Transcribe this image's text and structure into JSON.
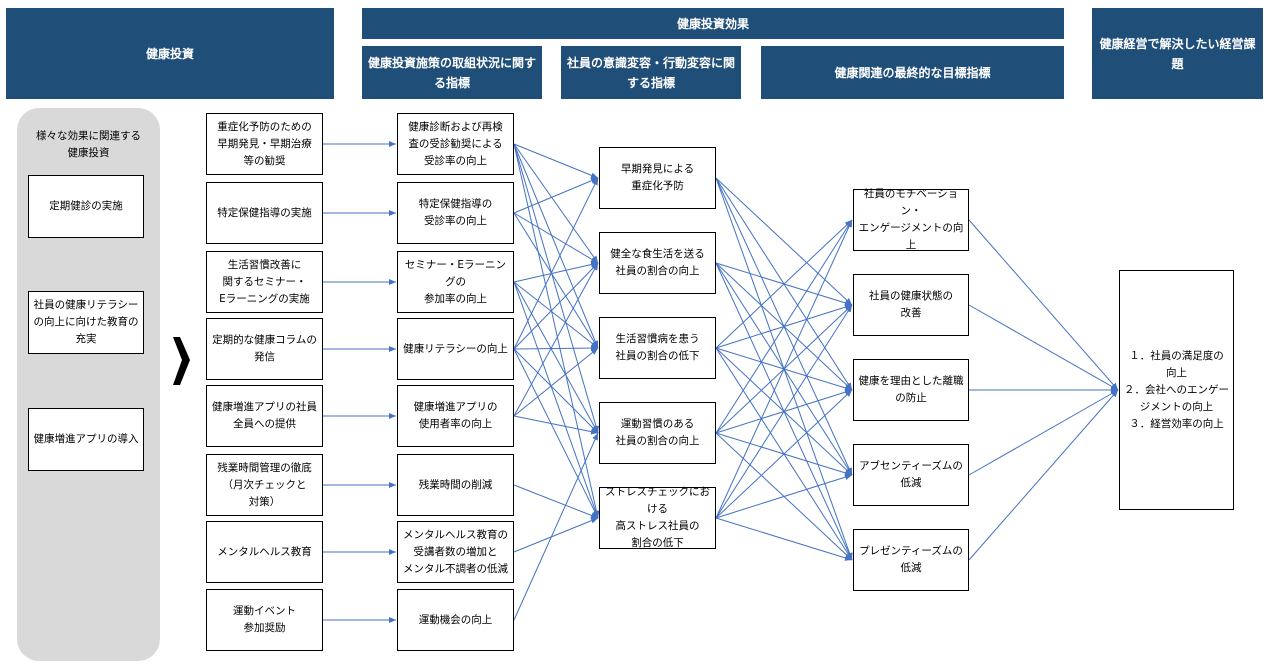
{
  "headers": {
    "investment": "健康投資",
    "effect": "健康投資効果",
    "effect_sub1": "健康投資施策の取組状況に関する指標",
    "effect_sub2": "社員の意識変容・行動変容に関する指標",
    "effect_sub3": "健康関連の最終的な目標指標",
    "issues": "健康経営で解決したい経営課題"
  },
  "side_panel": {
    "title": "様々な効果に関連する\n健康投資",
    "items": [
      "定期健診の実施",
      "社員の健康リテラシー\nの向上に向けた教育の\n充実",
      "健康増進アプリの導入"
    ]
  },
  "column_investments": [
    "重症化予防のための\n早期発見・早期治療\n等の勧奨",
    "特定保健指導の実施",
    "生活習慣改善に\n関するセミナー・\nEラーニングの実施",
    "定期的な健康コラムの\n発信",
    "健康増進アプリの社員\n全員への提供",
    "残業時間管理の徹底\n（月次チェックと\n対策）",
    "メンタルヘルス教育",
    "運動イベント\n参加奨励"
  ],
  "column_indicators": [
    "健康診断および再検\n査の受診勧奨による\n受診率の向上",
    "特定保健指導の\n受診率の向上",
    "セミナー・Eラーニングの\n参加率の向上",
    "健康リテラシーの向上",
    "健康増進アプリの\n使用者率の向上",
    "残業時間の削減",
    "メンタルヘルス教育の\n受講者数の増加と\nメンタル不調者の低減",
    "運動機会の向上"
  ],
  "column_behavior": [
    "早期発見による\n重症化予防",
    "健全な食生活を送る\n社員の割合の向上",
    "生活習慣病を患う\n社員の割合の低下",
    "運動習慣のある\n社員の割合の向上",
    "ストレスチェックにおける\n高ストレス社員の\n割合の低下"
  ],
  "column_final": [
    "社員のモチベーション・\nエンゲージメントの向上",
    "社員の健康状態の\n改善",
    "健康を理由とした離職\nの防止",
    "アブセンティーズムの\n低減",
    "プレゼンティーズムの\n低減"
  ],
  "goals": [
    "１．社員の満足度の\n向上",
    "２．会社へのエンゲー\nジメントの向上",
    "３．経営効率の向上"
  ],
  "colors": {
    "header": "#1f4e79",
    "line": "#4472c4",
    "panel": "#d9d9d9"
  }
}
